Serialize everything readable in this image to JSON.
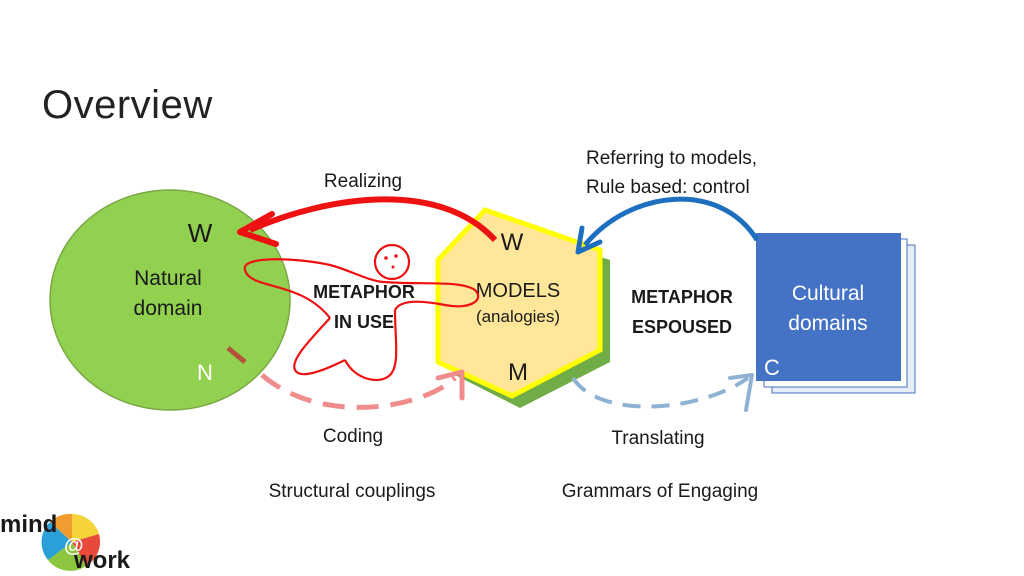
{
  "title": "Overview",
  "colors": {
    "natural": "#92d050",
    "models_fill": "#ffe699",
    "models_border": "#ffff00",
    "models_shadow": "#70ad47",
    "cultural": "#4472c4",
    "red": "#ee1111",
    "blue": "#1f6fc0",
    "pink": "#f08c8c",
    "lightblue": "#8fb2d4"
  },
  "natural_domain": {
    "top_letter": "W",
    "label_line1": "Natural",
    "label_line2": "domain",
    "bottom_letter": "N"
  },
  "models": {
    "top_letter": "W",
    "label_line1": "MODELS",
    "label_line2": "(analogies)",
    "bottom_letter": "M"
  },
  "cultural_domains": {
    "label_line1": "Cultural",
    "label_line2": "domains",
    "corner_letter": "C"
  },
  "metaphor_in_use": {
    "line1": "METAPHOR",
    "line2": "IN USE"
  },
  "metaphor_espoused": {
    "line1": "METAPHOR",
    "line2": "ESPOUSED"
  },
  "arrows": {
    "realizing": "Realizing",
    "referring_line1": "Referring to models,",
    "referring_line2": "Rule based: control",
    "coding": "Coding",
    "translating": "Translating"
  },
  "bottom_labels": {
    "left": "Structural couplings",
    "right": "Grammars of Engaging"
  },
  "logo": {
    "text_top": "mind",
    "text_mid": "@",
    "text_bottom": "work"
  }
}
